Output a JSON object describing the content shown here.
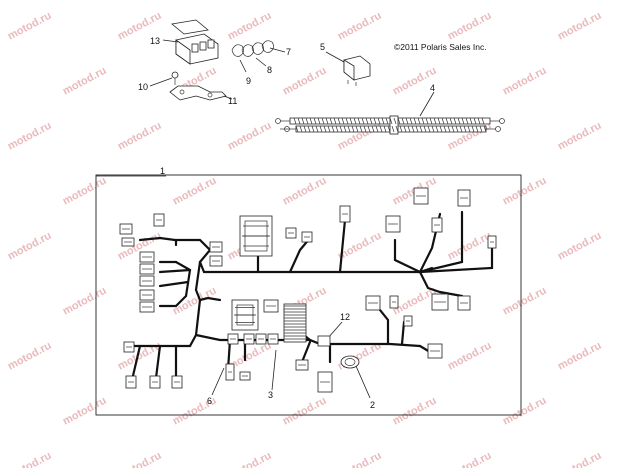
{
  "copyright": "©2011 Polaris Sales Inc.",
  "watermark": "motod.ru",
  "callouts": {
    "c1": "1",
    "c2": "2",
    "c3": "3",
    "c4": "4",
    "c5": "5",
    "c6": "6",
    "c7": "7",
    "c8": "8",
    "c9": "9",
    "c10": "10",
    "c11": "11",
    "c12": "12",
    "c13": "13"
  },
  "colors": {
    "line": "#222222",
    "watermark": "#e9b9bc",
    "background": "#ffffff"
  }
}
